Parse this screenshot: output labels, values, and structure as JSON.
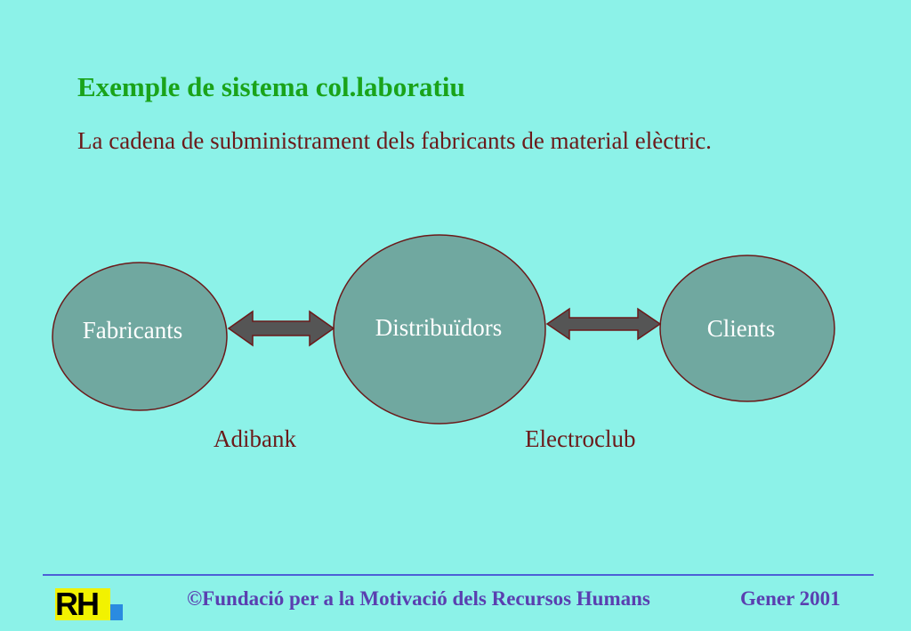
{
  "slide": {
    "title": "Exemple de sistema col.laboratiu",
    "subtitle": "La cadena de subministrament dels fabricants de material elèctric."
  },
  "diagram": {
    "nodes": {
      "fabricants": "Fabricants",
      "distribuidors": "Distribuïdors",
      "clients": "Clients"
    },
    "links": {
      "adibank": "Adibank",
      "electroclub": "Electroclub"
    },
    "colors": {
      "node_fill": "#70a8a0",
      "node_stroke": "#6b1a1a",
      "arrow_fill": "#555555"
    }
  },
  "footer": {
    "logo": "RH",
    "copyright": "©Fundació per a la Motivació dels Recursos Humans",
    "date": "Gener 2001"
  }
}
